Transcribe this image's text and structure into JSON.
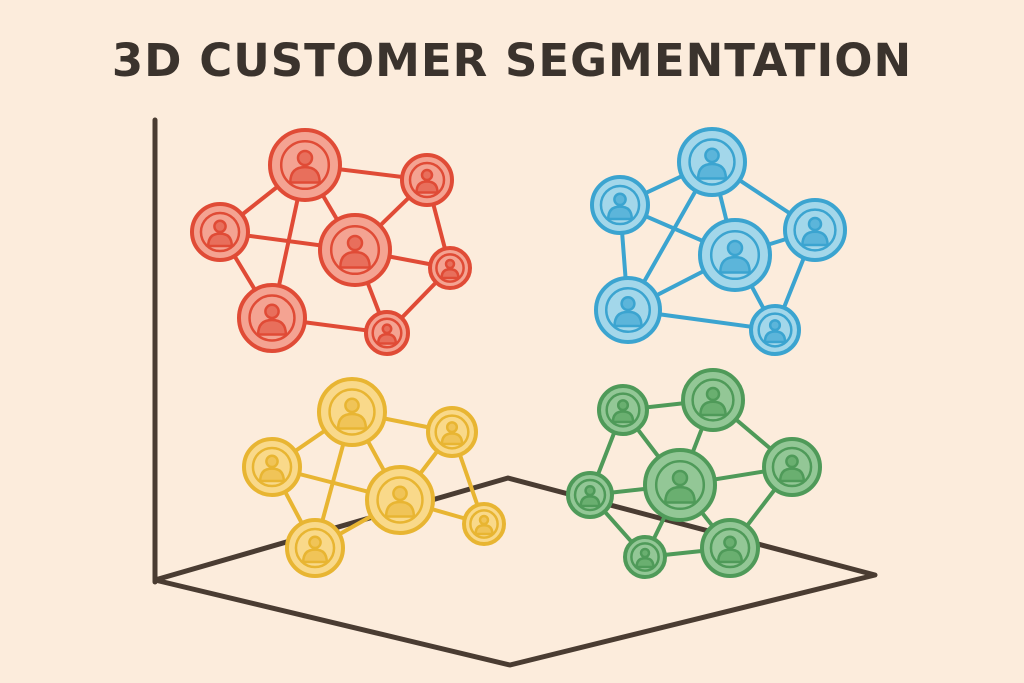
{
  "title": "3D CUSTOMER SEGMENTATION",
  "axes_color": "#4a3c32",
  "clusters": [
    {
      "name": "red-segment",
      "stroke": "#e04b36",
      "fill": "#f4a392",
      "icon": "#e86f5c",
      "node_count": 7
    },
    {
      "name": "blue-segment",
      "stroke": "#3ba4d0",
      "fill": "#a3d7ea",
      "icon": "#5cb5da",
      "node_count": 6
    },
    {
      "name": "yellow-segment",
      "stroke": "#e8b532",
      "fill": "#f9d98a",
      "icon": "#f0c458",
      "node_count": 6
    },
    {
      "name": "green-segment",
      "stroke": "#4f9a59",
      "fill": "#93c796",
      "icon": "#6aaf70",
      "node_count": 7
    }
  ]
}
